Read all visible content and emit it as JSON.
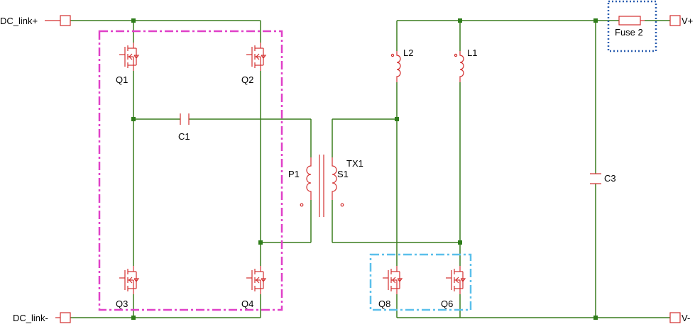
{
  "ports": {
    "dc_link_plus": "DC_link+",
    "dc_link_minus": "DC_link-",
    "v_plus": "V+",
    "v_minus": "V-"
  },
  "components": {
    "q1": "Q1",
    "q2": "Q2",
    "q3": "Q3",
    "q4": "Q4",
    "q6": "Q6",
    "q8": "Q8",
    "c1": "C1",
    "c3": "C3",
    "l1": "L1",
    "l2": "L2",
    "p1": "P1",
    "s1": "S1",
    "tx1": "TX1",
    "fuse2": "Fuse 2"
  },
  "colors": {
    "wire": "#3a7d1e",
    "component": "#d32f2f",
    "node": "#2e7d1a",
    "full_bridge_box": "#e040c8",
    "rectifier_box": "#5bc0eb",
    "fuse_box": "#2a5db0"
  }
}
